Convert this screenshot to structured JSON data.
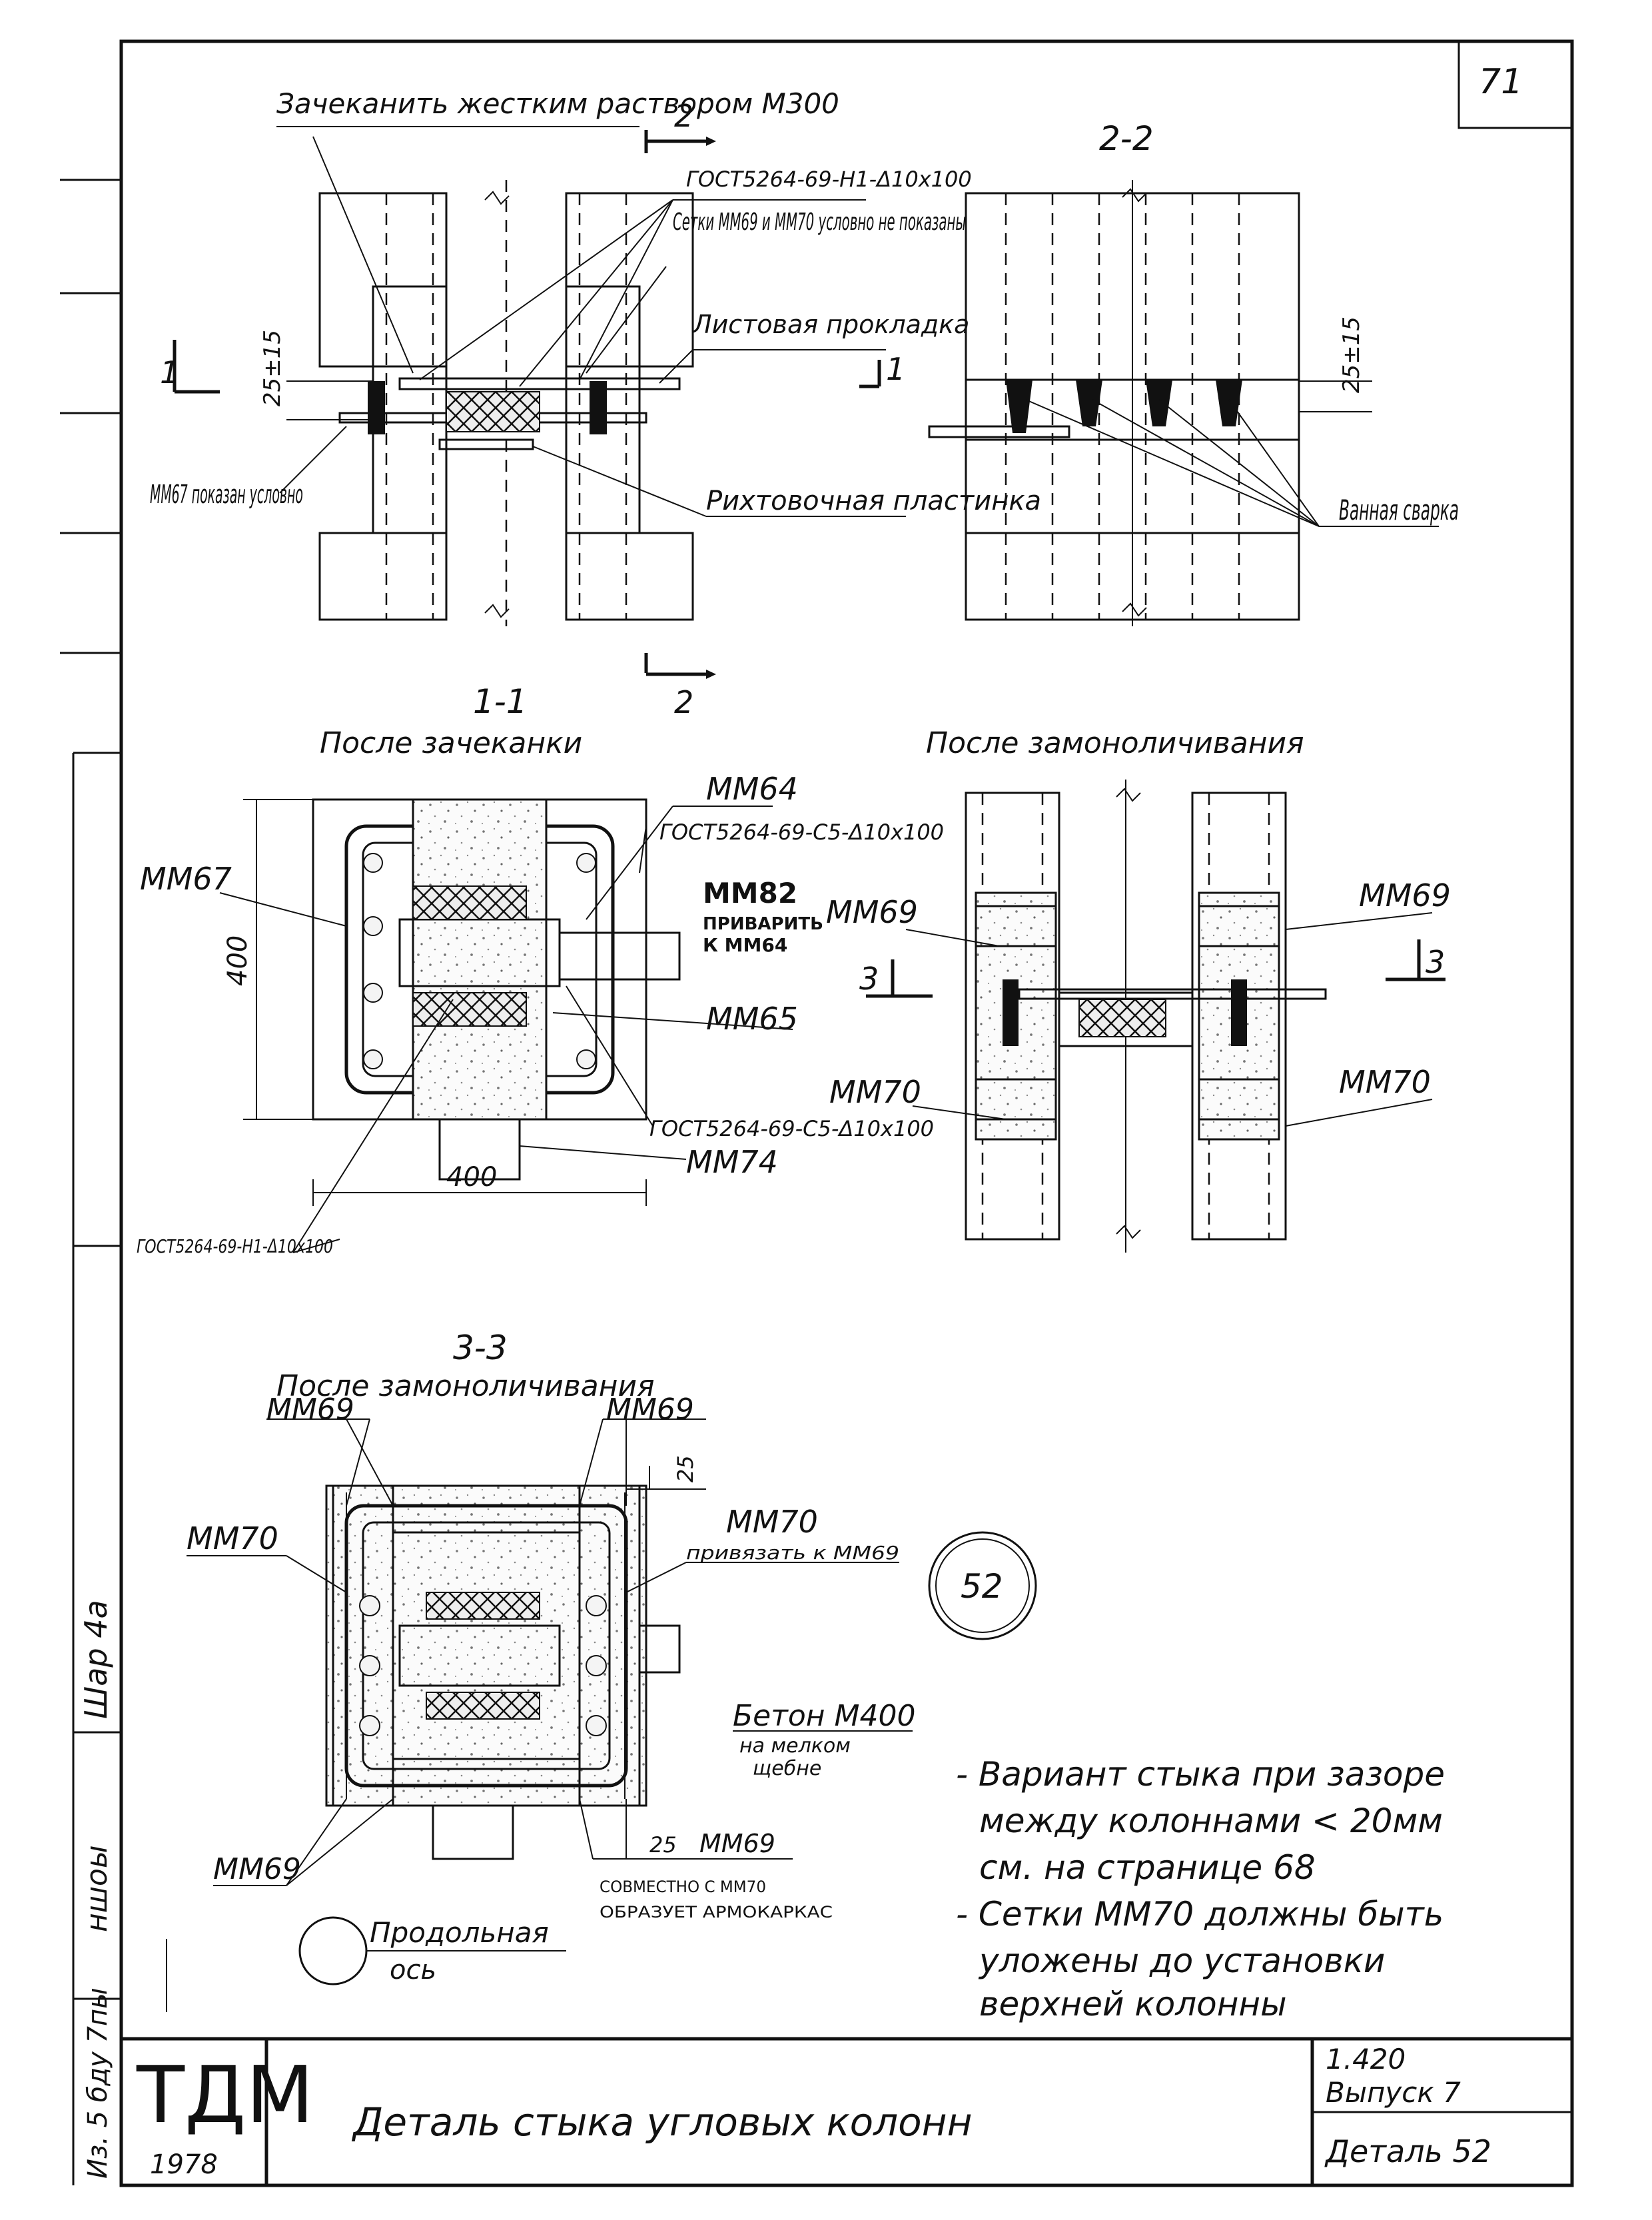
{
  "page_number": "71",
  "section_1": {
    "note_caulk": "Зачеканить жестким раствором М300",
    "cut_2_top": "2",
    "cut_2_bottom": "2",
    "cut_1_left": "1",
    "cut_1_right": "1",
    "gost_1": "ГОСТ5264-69-Н1-Δ10х100",
    "nets_note": "Сетки ММ69 и ММ70 условно не показаны",
    "sheet_pad": "Листовая прокладка",
    "dim_left": "25±15",
    "mm67_note": "ММ67 показан условно",
    "shim_plate": "Рихтовочная пластинка"
  },
  "section_2_2": {
    "title": "2-2",
    "dim_right": "25±15",
    "weld_note": "Ванная сварка"
  },
  "section_1_1": {
    "title": "1-1",
    "subtitle": "После зачеканки",
    "mm64": "ММ64",
    "gost_2": "ГОСТ5264-69-С5-Δ10х100",
    "mm67": "ММ67",
    "mm82": "ММ82",
    "mm82_note_1": "ПРИВАРИТЬ",
    "mm82_note_2": "К ММ64",
    "dim_400_vertical": "400",
    "mm65": "ММ65",
    "gost_3": "ГОСТ5264-69-С5-Δ10х100",
    "mm74": "ММ74",
    "dim_400_horizontal": "400",
    "gost_4": "ГОСТ5264-69-Н1-Δ10х100"
  },
  "section_monolith": {
    "subtitle": "После замоноличивания",
    "mm69_left": "ММ69",
    "mm69_right": "ММ69",
    "cut_3_left": "3",
    "cut_3_right": "3",
    "mm70_left": "ММ70",
    "mm70_right": "ММ70"
  },
  "section_3_3": {
    "title": "3-3",
    "subtitle": "После замоноличивания",
    "mm69_top_left": "ММ69",
    "mm69_top_right": "ММ69",
    "dim_25_top": "25",
    "mm70_left": "ММ70",
    "mm70_right": "ММ70",
    "mm70_right_note": "привязать к ММ69",
    "detail_marker": "52",
    "concrete_1": "Бетон М400",
    "concrete_2": "на мелком",
    "concrete_3": "щебне",
    "mm69_bottom_left": "ММ69",
    "dim_25_bottom": "25",
    "mm69_bottom_right": "ММ69",
    "cage_note_1": "СОВМЕСТНО С ММ70",
    "cage_note_2": "ОБРАЗУЕТ АРМОКАРКАС",
    "axis_label_1": "Продольная",
    "axis_label_2": "ось"
  },
  "notes": [
    "- Вариант стыка при зазоре",
    "между колоннами < 20мм",
    "см. на странице 68",
    "- Сетки ММ70 должны быть",
    "уложены до установки",
    "верхней колонны"
  ],
  "title_block": {
    "org": "ТДМ",
    "year": "1978",
    "title": "Деталь стыка угловых колонн",
    "series": "1.420",
    "issue": "Выпуск 7",
    "detail": "Деталь 52"
  },
  "margin": {
    "stamp_1": "Шар 4а",
    "stamp_2": "ншоы",
    "stamp_3": "Из. 5 бду 7пы"
  }
}
